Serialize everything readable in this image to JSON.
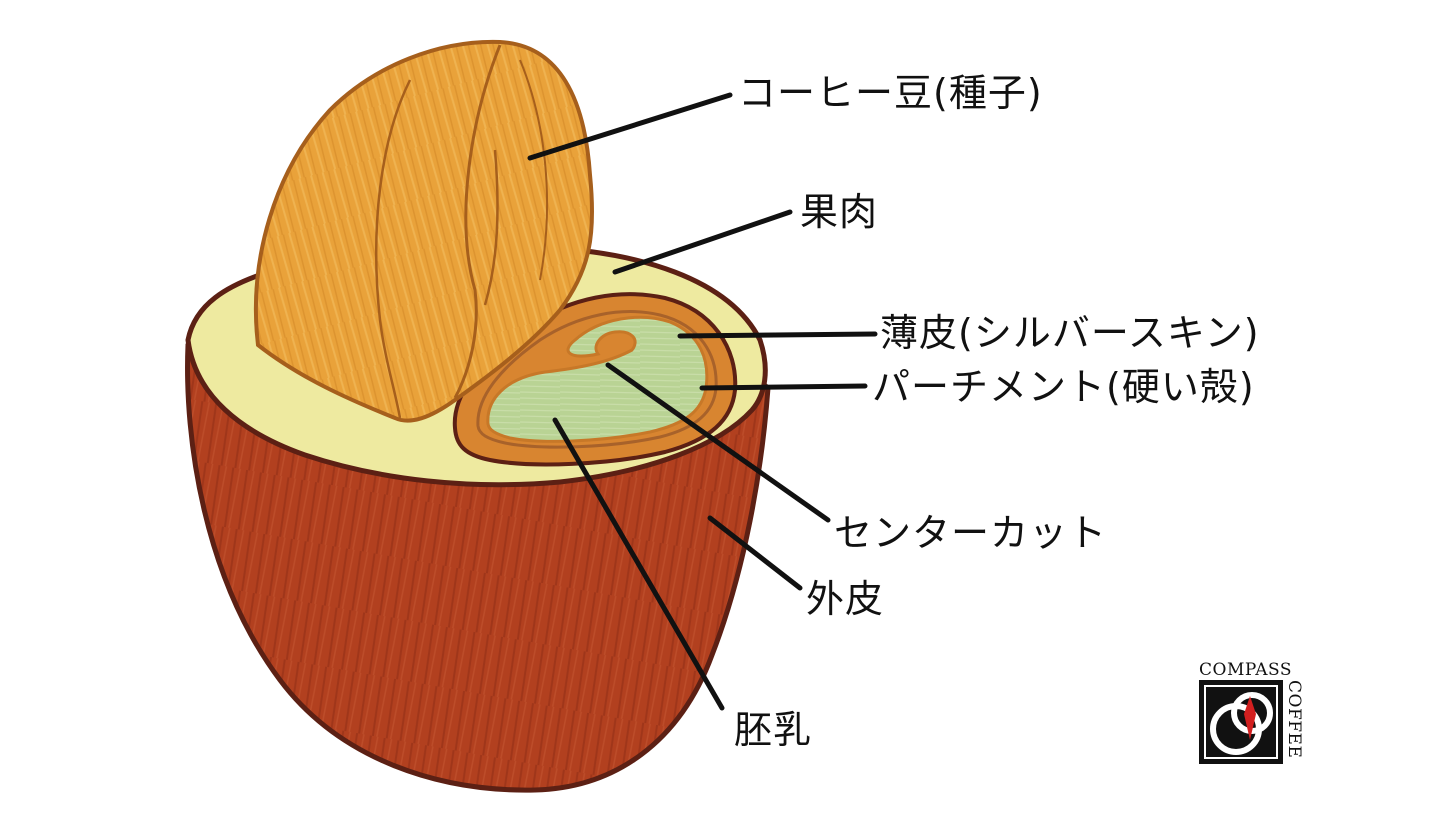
{
  "labels": {
    "coffee_bean": "コーヒー豆(種子)",
    "pulp": "果肉",
    "silver_skin": "薄皮(シルバースキン)",
    "parchment": "パーチメント(硬い殻)",
    "center_cut": "センターカット",
    "outer_skin": "外皮",
    "endosperm": "胚乳"
  },
  "logo": {
    "line1": "COMPASS",
    "line2": "COFFEE"
  },
  "colors": {
    "outer_skin": "#b2401f",
    "pulp": "#eeeaa0",
    "bean": "#e9a23a",
    "parchment": "#d88530",
    "endosperm": "#b9d394",
    "outline": "#5c2014",
    "compass_needle": "#d21f1f"
  }
}
